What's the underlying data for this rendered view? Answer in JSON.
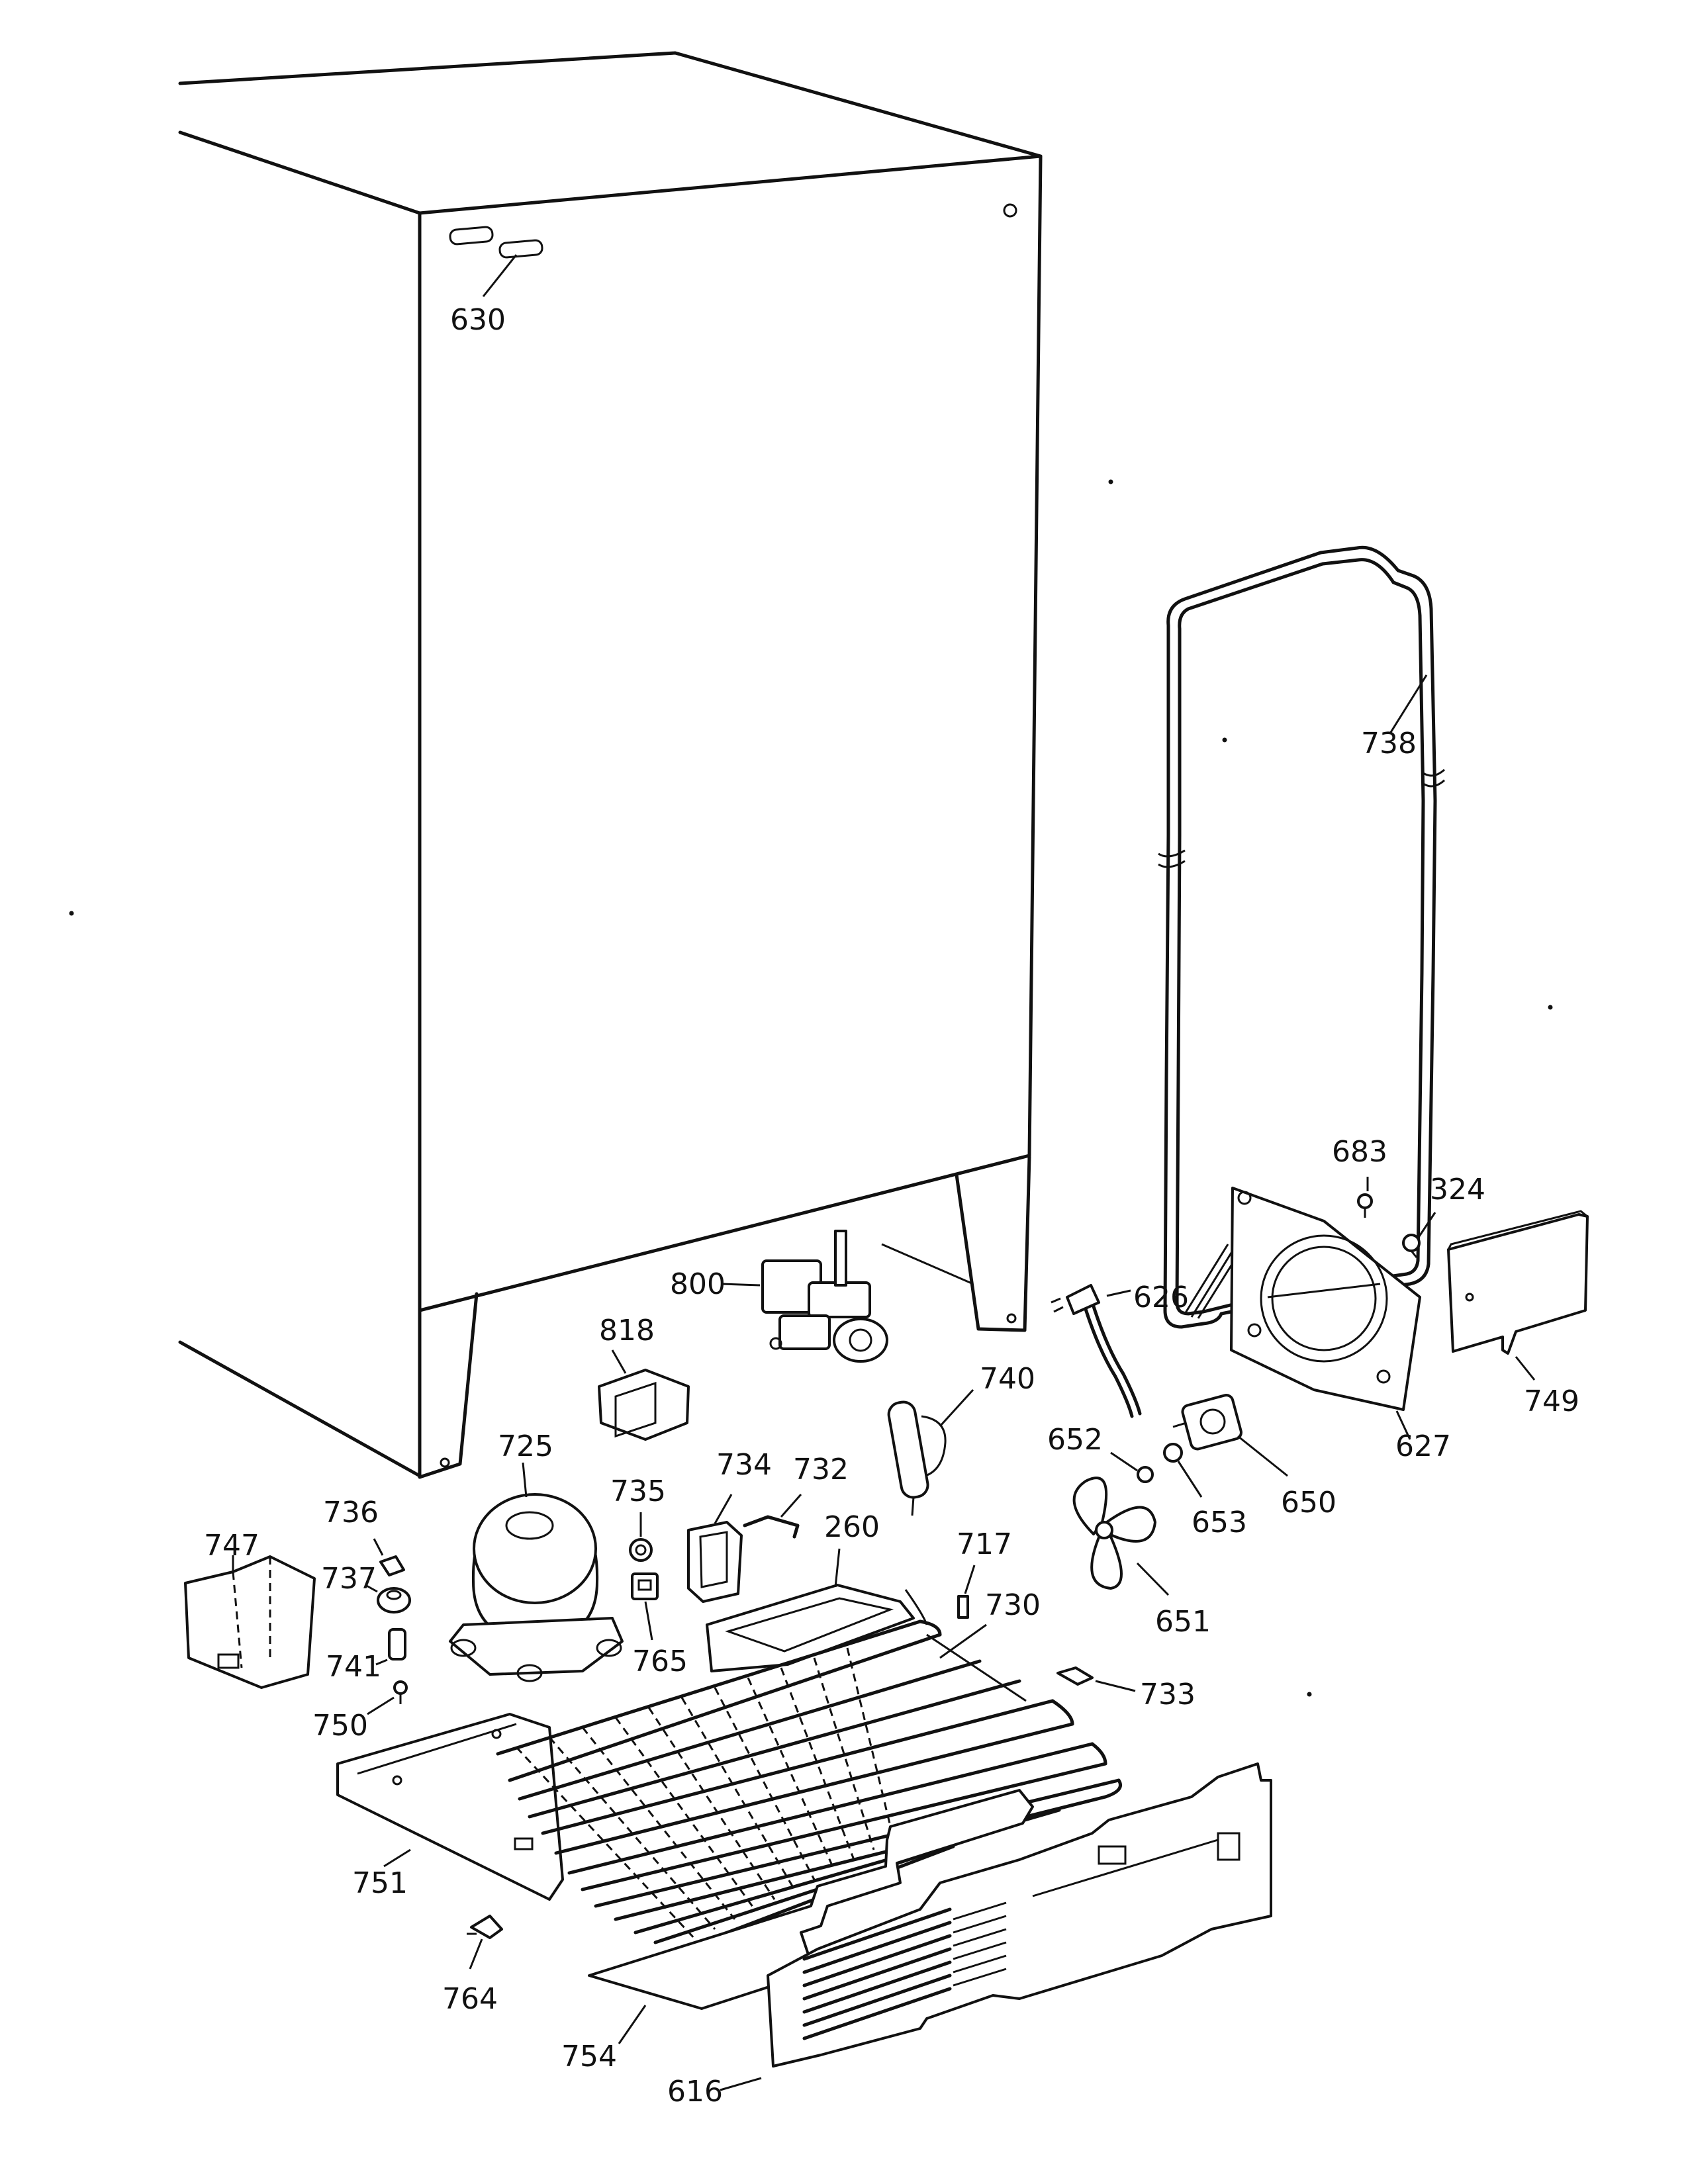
{
  "parts": [
    {
      "name": "part-630",
      "number": "630"
    },
    {
      "name": "part-738",
      "number": "738"
    },
    {
      "name": "part-683",
      "number": "683"
    },
    {
      "name": "part-324",
      "number": "324"
    },
    {
      "name": "part-800",
      "number": "800"
    },
    {
      "name": "part-626",
      "number": "626"
    },
    {
      "name": "part-818",
      "number": "818"
    },
    {
      "name": "part-740",
      "number": "740"
    },
    {
      "name": "part-749",
      "number": "749"
    },
    {
      "name": "part-627",
      "number": "627"
    },
    {
      "name": "part-652",
      "number": "652"
    },
    {
      "name": "part-725",
      "number": "725"
    },
    {
      "name": "part-734",
      "number": "734"
    },
    {
      "name": "part-732",
      "number": "732"
    },
    {
      "name": "part-650",
      "number": "650"
    },
    {
      "name": "part-653",
      "number": "653"
    },
    {
      "name": "part-735",
      "number": "735"
    },
    {
      "name": "part-736",
      "number": "736"
    },
    {
      "name": "part-747",
      "number": "747"
    },
    {
      "name": "part-260",
      "number": "260"
    },
    {
      "name": "part-717",
      "number": "717"
    },
    {
      "name": "part-737",
      "number": "737"
    },
    {
      "name": "part-730",
      "number": "730"
    },
    {
      "name": "part-651",
      "number": "651"
    },
    {
      "name": "part-733",
      "number": "733"
    },
    {
      "name": "part-741",
      "number": "741"
    },
    {
      "name": "part-765",
      "number": "765"
    },
    {
      "name": "part-750",
      "number": "750"
    },
    {
      "name": "part-751",
      "number": "751"
    },
    {
      "name": "part-764",
      "number": "764"
    },
    {
      "name": "part-754",
      "number": "754"
    },
    {
      "name": "part-616",
      "number": "616"
    }
  ]
}
